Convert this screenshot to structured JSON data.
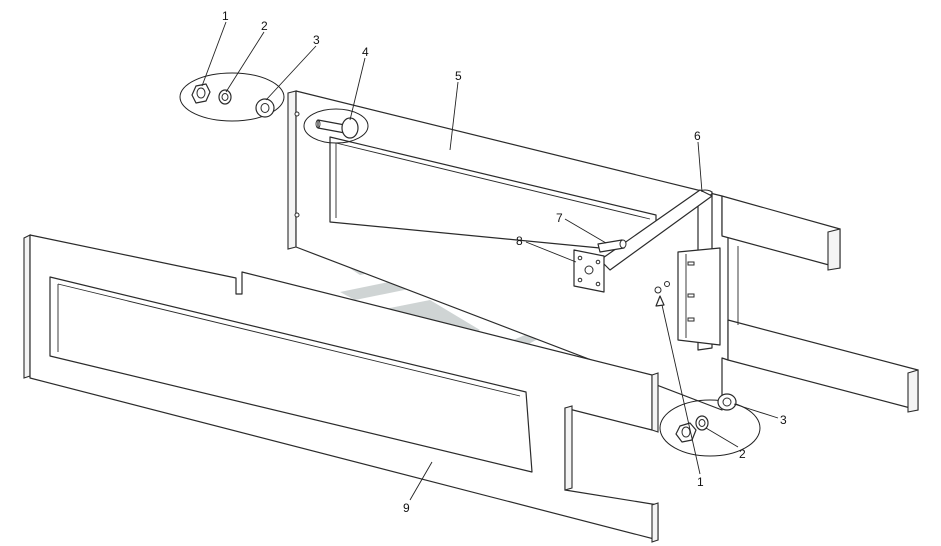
{
  "diagram": {
    "callout_labels": {
      "top_nut": "1",
      "top_washer": "2",
      "top_flat_washer": "3",
      "bolt": "4",
      "upper_panel": "5",
      "bracket_post": "6",
      "arm_pin": "7",
      "mount_plate": "8",
      "lower_panel": "9",
      "bottom_nut": "1",
      "bottom_washer": "2",
      "bottom_flat_washer": "3"
    },
    "colors": {
      "line": "#2b2b2b",
      "watermark": "#c7cdcd",
      "background": "#ffffff"
    }
  }
}
